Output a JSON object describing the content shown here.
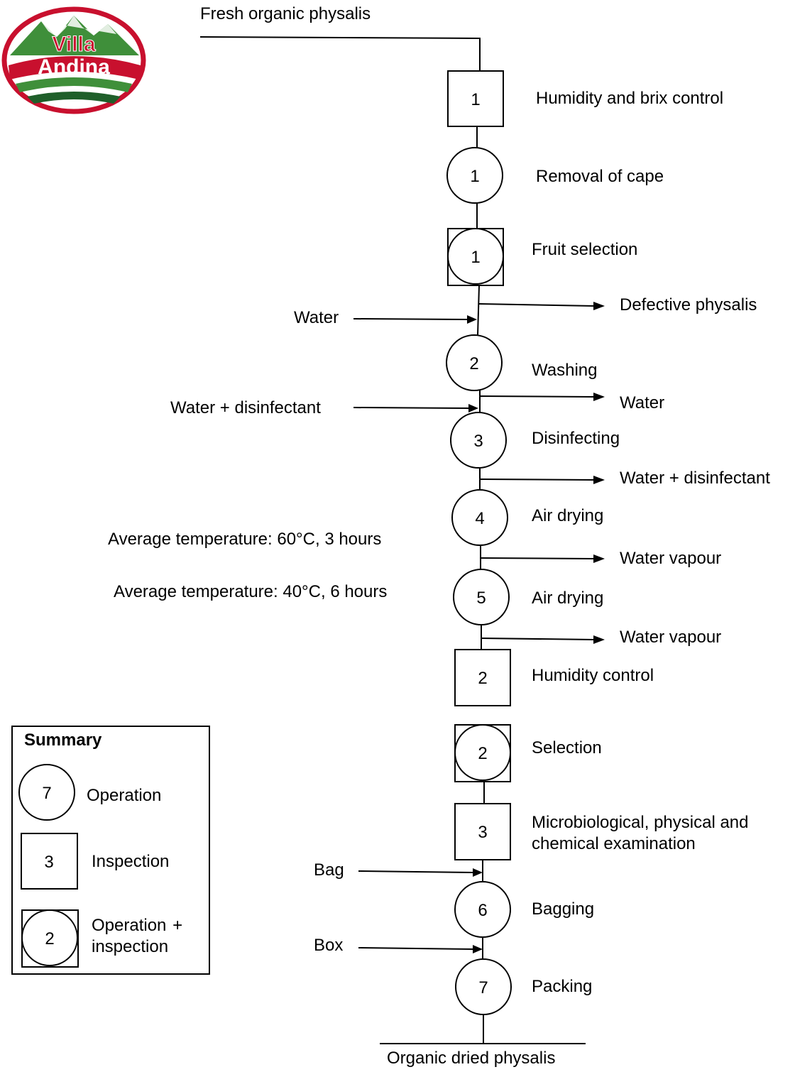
{
  "logo": {
    "text_line1": "Villa",
    "text_line2": "Andina",
    "colors": {
      "red": "#c8102e",
      "green": "#3f8f3a",
      "dark_green": "#1f5f2a"
    }
  },
  "input_label": "Fresh organic physalis",
  "output_label": "Organic dried physalis",
  "steps": [
    {
      "symbol": "inspection",
      "number": "1",
      "label": "Humidity and brix control"
    },
    {
      "symbol": "operation",
      "number": "1",
      "label": "Removal of cape"
    },
    {
      "symbol": "operation-inspection",
      "number": "1",
      "label": "Fruit selection"
    },
    {
      "symbol": "operation",
      "number": "2",
      "label": "Washing"
    },
    {
      "symbol": "operation",
      "number": "3",
      "label": "Disinfecting"
    },
    {
      "symbol": "operation",
      "number": "4",
      "label": "Air drying"
    },
    {
      "symbol": "operation",
      "number": "5",
      "label": "Air drying"
    },
    {
      "symbol": "inspection",
      "number": "2",
      "label": "Humidity control"
    },
    {
      "symbol": "operation-inspection",
      "number": "2",
      "label": "Selection"
    },
    {
      "symbol": "inspection",
      "number": "3",
      "label": "Microbiological, physical and chemical examination"
    },
    {
      "symbol": "operation",
      "number": "6",
      "label": "Bagging"
    },
    {
      "symbol": "operation",
      "number": "7",
      "label": "Packing"
    }
  ],
  "inputs": [
    "Water",
    "Water + disinfectant",
    "Bag",
    "Box"
  ],
  "outputs": [
    "Defective physalis",
    "Water",
    "Water + disinfectant",
    "Water vapour",
    "Water vapour"
  ],
  "conditions": [
    "Average temperature: 60°C, 3 hours",
    "Average temperature: 40°C, 6 hours"
  ],
  "summary": {
    "title": "Summary",
    "items": [
      {
        "symbol": "operation",
        "count": "7",
        "label": "Operation"
      },
      {
        "symbol": "inspection",
        "count": "3",
        "label": "Inspection"
      },
      {
        "symbol": "operation-inspection",
        "count": "2",
        "label": "Operation + inspection"
      }
    ]
  }
}
